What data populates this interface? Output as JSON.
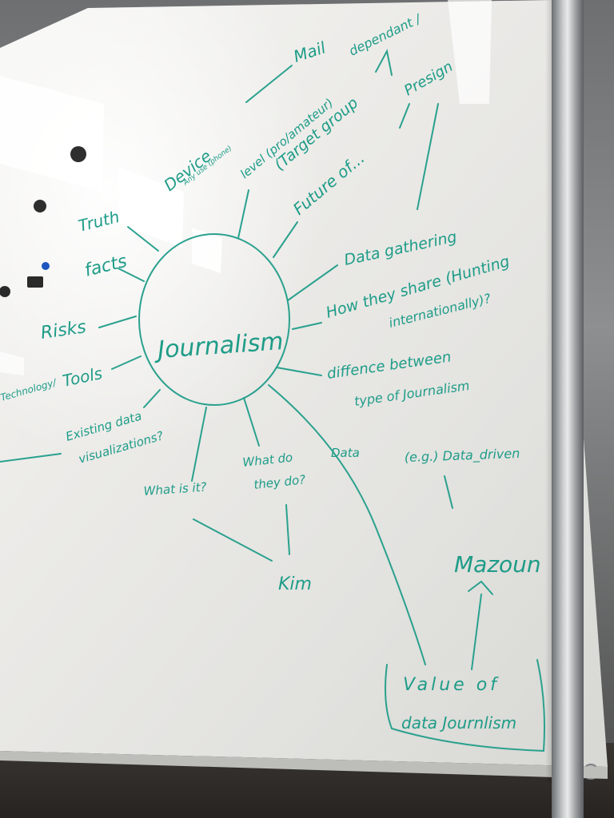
{
  "whiteboard": {
    "center": "Journalism",
    "branches": {
      "mail": "Mail",
      "dependant": "dependant /",
      "presign": "Presign",
      "device": "Device",
      "device_note": "Any use (phone)",
      "level": "level (pro/amateur)",
      "target_group": "(Target group",
      "future": "Future of...",
      "truth": "Truth",
      "facts": "facts",
      "data_gathering": "Data gathering",
      "how_share": "How they share (Hunting",
      "internationally": "internationally)?",
      "risks": "Risks",
      "technology": "Technology/",
      "tools": "Tools",
      "difference": "diffence between",
      "type_of": "type of Journalism",
      "existing_data": "Existing data",
      "visualizations": "visualizations?",
      "data": "Data",
      "eg_data_driven": "(e.g.) Data_driven",
      "what_is_it": "What is it?",
      "what_do": "What do",
      "they_do": "they do?",
      "kim": "Kim",
      "mazoun": "Mazoun",
      "value_of": "Value of",
      "data_journlism": "data Journlism"
    },
    "ink_color": "#1e9c88"
  }
}
